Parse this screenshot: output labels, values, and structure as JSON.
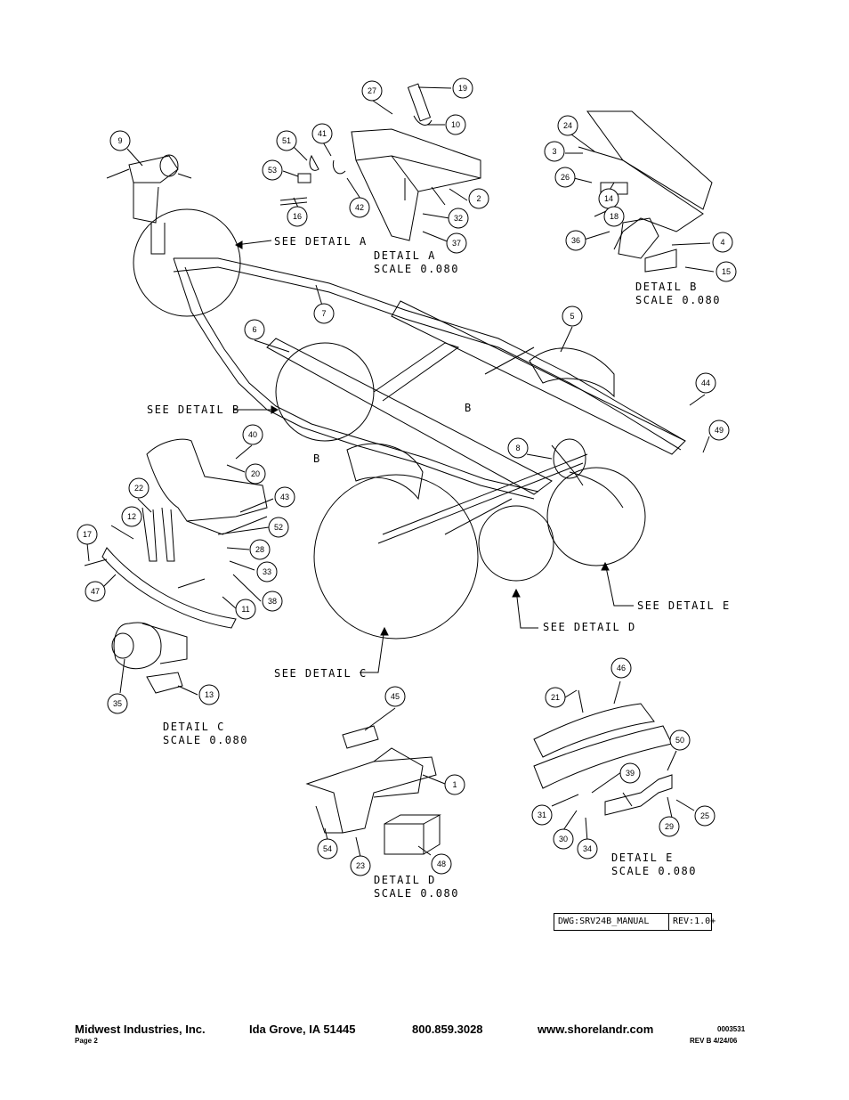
{
  "details": {
    "a_ref": "SEE DETAIL  A",
    "a_title": "DETAIL  A",
    "a_scale": "SCALE  0.080",
    "b_ref": "SEE DETAIL  B",
    "b_title": "DETAIL  B",
    "b_scale": "SCALE  0.080",
    "c_ref": "SEE DETAIL  C",
    "c_title": "DETAIL  C",
    "c_scale": "SCALE  0.080",
    "d_ref": "SEE DETAIL  D",
    "d_title": "DETAIL  D",
    "d_scale": "SCALE  0.080",
    "e_ref": "SEE DETAIL  E",
    "e_title": "DETAIL  E",
    "e_scale": "SCALE  0.080",
    "b_mark": "B"
  },
  "balloons": [
    "9",
    "27",
    "19",
    "10",
    "51",
    "41",
    "53",
    "16",
    "42",
    "2",
    "32",
    "37",
    "24",
    "3",
    "26",
    "14",
    "18",
    "36",
    "4",
    "15",
    "7",
    "6",
    "5",
    "44",
    "49",
    "8",
    "40",
    "20",
    "22",
    "43",
    "52",
    "12",
    "28",
    "33",
    "38",
    "17",
    "47",
    "11",
    "35",
    "13",
    "45",
    "1",
    "54",
    "23",
    "48",
    "21",
    "46",
    "50",
    "39",
    "31",
    "30",
    "34",
    "29",
    "25"
  ],
  "title_block": {
    "dwg": "DWG:SRV24B_MANUAL",
    "rev": "REV:1.0+"
  },
  "footer": {
    "company": "Midwest Industries, Inc.",
    "city": "Ida Grove, IA  51445",
    "phone": "800.859.3028",
    "web": "www.shorelandr.com",
    "page": "Page 2",
    "doc_number": "0003531",
    "revision": "REV B  4/24/06"
  }
}
